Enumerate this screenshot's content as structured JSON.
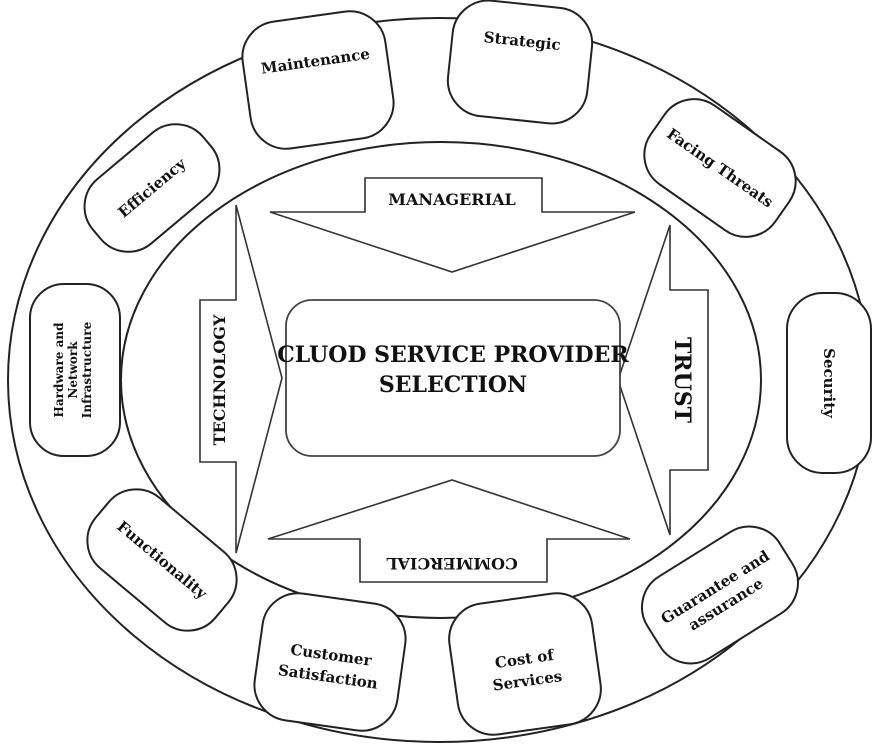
{
  "center": {
    "line1": "CLUOD SERVICE PROVIDER",
    "line2": "SELECTION"
  },
  "arrows": {
    "top": "MANAGERIAL",
    "bottom": "COMMERCIAL",
    "left": "TECHNOLOGY",
    "right": "TRUST"
  },
  "factors": {
    "maintenance": "Maintenance",
    "strategic": "Strategic",
    "facing_threats": "Facing Threats",
    "security": "Security",
    "guarantee_line1": "Guarantee and",
    "guarantee_line2": "assurance",
    "cost_line1": "Cost of",
    "cost_line2": "Services",
    "customer_line1": "Customer",
    "customer_line2": "Satisfaction",
    "functionality": "Functionality",
    "hardware_line1": "Hardware and",
    "hardware_line2": "Network",
    "hardware_line3": "Infrastructure",
    "efficiency": "Efficiency"
  }
}
